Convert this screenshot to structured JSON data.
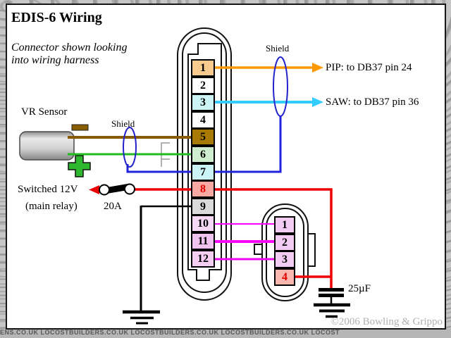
{
  "title": "EDIS-6 Wiring",
  "note": {
    "line1": "Connector shown looking",
    "line2": "into wiring harness"
  },
  "vr_sensor": {
    "label": "VR Sensor"
  },
  "shields": {
    "left_label": "Shield",
    "right_label": "Shield"
  },
  "outputs": {
    "pip_label": "PIP: to DB37 pin 24",
    "saw_label": "SAW: to DB37 pin 36"
  },
  "power": {
    "switched_label": "Switched 12V",
    "relay_label": "(main relay)",
    "fuse_rating": "20A"
  },
  "capacitor": {
    "value": "25µF"
  },
  "copyright": "©2006 Bowling & Grippo",
  "watermark_strip": "ENS.CO.UK   LOCOSTBUILDERS.CO.UK   LOCOSTBUILDERS.CO.UK   LOCOSTBUILDERS.CO.UK   LOCOST",
  "connector12": {
    "pins": [
      {
        "label": "1",
        "color": "#f6cb8d"
      },
      {
        "label": "2",
        "color": "#ffffff"
      },
      {
        "label": "3",
        "color": "#cdf4f4"
      },
      {
        "label": "4",
        "color": "#ffffff"
      },
      {
        "label": "5",
        "color": "#a87a00"
      },
      {
        "label": "6",
        "color": "#cfeecf"
      },
      {
        "label": "7",
        "color": "#cdf4f4"
      },
      {
        "label": "8",
        "color": "#f9a9a1"
      },
      {
        "label": "9",
        "color": "#dadada"
      },
      {
        "label": "10",
        "color": "#f4d8f4"
      },
      {
        "label": "11",
        "color": "#f1c4ef"
      },
      {
        "label": "12",
        "color": "#f6cef4"
      }
    ]
  },
  "connector4": {
    "pins": [
      {
        "label": "1",
        "color": "#f2ccf2"
      },
      {
        "label": "2",
        "color": "#f2ccf2"
      },
      {
        "label": "3",
        "color": "#f2ccf2"
      },
      {
        "label": "4",
        "color": "#f9b6ae"
      }
    ]
  },
  "wire_colors": {
    "pip": "#ff9900",
    "saw": "#33ccff",
    "vr_plus": "#8a5a00",
    "vr_minus": "#22bb22",
    "shield_drain": "#2222dd",
    "power_12v": "#ee0000",
    "coil_wires": "#ff00ff",
    "ground": "#000000"
  }
}
